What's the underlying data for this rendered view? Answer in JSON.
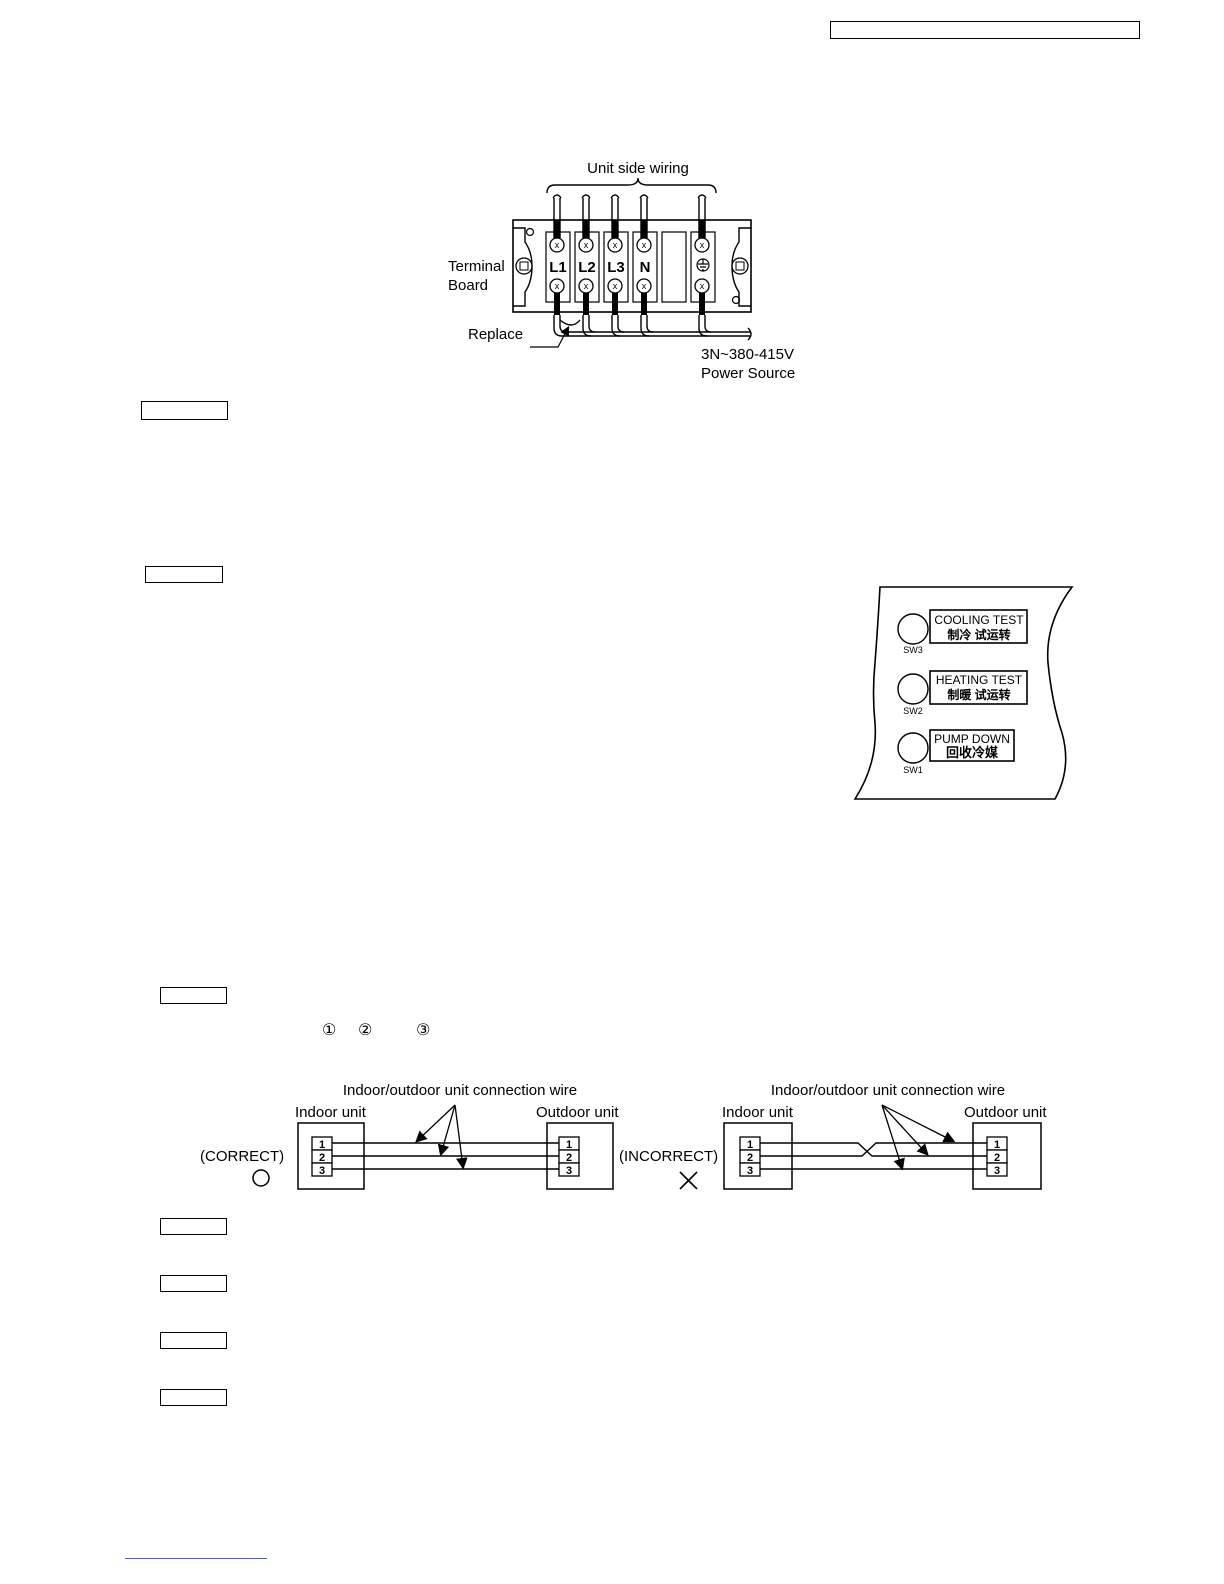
{
  "terminal_board": {
    "unit_side_wiring": "Unit side wiring",
    "terminal_label_line1": "Terminal",
    "terminal_label_line2": "Board",
    "terminals": [
      "L1",
      "L2",
      "L3",
      "N"
    ],
    "replace_label": "Replace",
    "power_line1": "3N~380-415V",
    "power_line2": "Power Source"
  },
  "control_panel": {
    "switches": [
      {
        "id": "SW3",
        "english": "COOLING TEST",
        "chinese": "制冷 试运转"
      },
      {
        "id": "SW2",
        "english": "HEATING TEST",
        "chinese": "制暖 试运转"
      },
      {
        "id": "SW1",
        "english": "PUMP DOWN",
        "chinese": "回收冷媒"
      }
    ]
  },
  "circled_numbers": [
    "①",
    "②",
    "③"
  ],
  "connection_diagrams": [
    {
      "status": "(CORRECT)",
      "symbol": "○",
      "title": "Indoor/outdoor unit connection wire",
      "indoor_label": "Indoor unit",
      "outdoor_label": "Outdoor unit",
      "indoor_terminals": [
        "1",
        "2",
        "3"
      ],
      "outdoor_terminals": [
        "1",
        "2",
        "3"
      ]
    },
    {
      "status": "(INCORRECT)",
      "symbol": "✕",
      "title": "Indoor/outdoor unit connection wire",
      "indoor_label": "Indoor unit",
      "outdoor_label": "Outdoor unit",
      "indoor_terminals": [
        "1",
        "2",
        "3"
      ],
      "outdoor_terminals": [
        "1",
        "2",
        "3"
      ]
    }
  ]
}
